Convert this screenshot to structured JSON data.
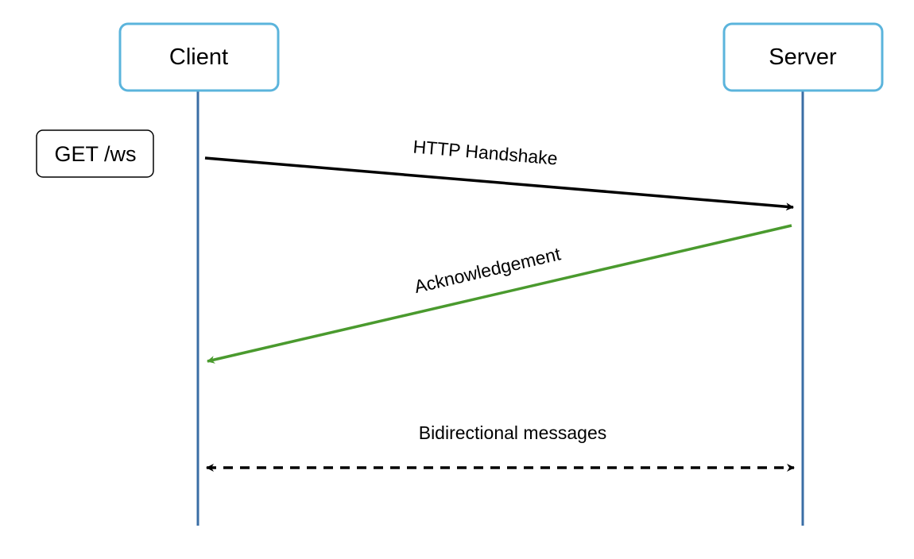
{
  "actors": {
    "client": "Client",
    "server": "Server"
  },
  "note": "GET /ws",
  "messages": {
    "handshake": "HTTP Handshake",
    "acknowledgement": "Acknowledgement",
    "bidirectional": "Bidirectional messages"
  },
  "colors": {
    "actor_border": "#5bb4dc",
    "lifeline": "#3a6ea5",
    "handshake_arrow": "#000000",
    "ack_arrow": "#4a9a2e",
    "bidirectional_arrow": "#000000"
  }
}
